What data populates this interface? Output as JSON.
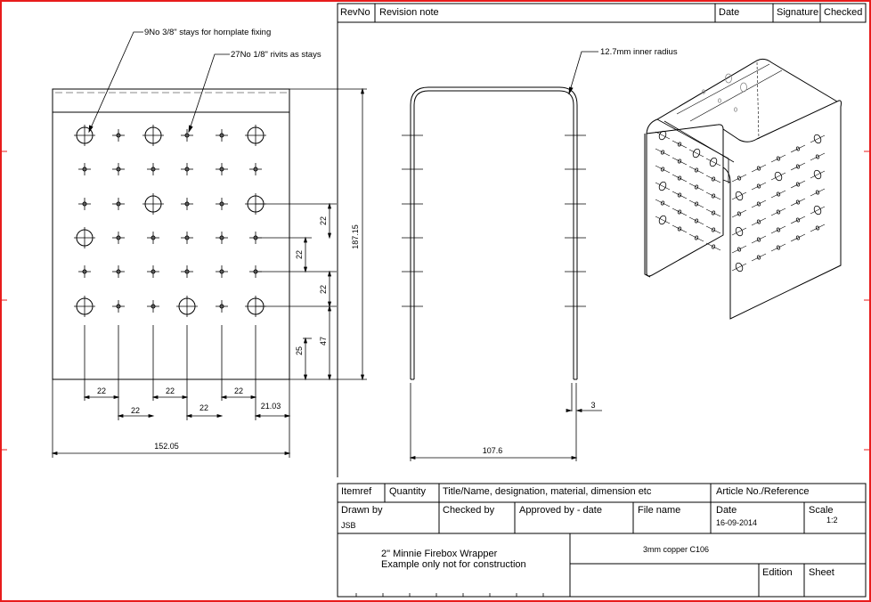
{
  "revision_table": {
    "rev_no": "RevNo",
    "revision_note": "Revision note",
    "date": "Date",
    "signature": "Signature",
    "checked": "Checked"
  },
  "annotations": {
    "stays_note": "9No 3/8\" stays for hornplate fixing",
    "rivets_note": "27No 1/8\" rivits as stays",
    "radius_note": "12.7mm inner radius"
  },
  "dimensions": {
    "d22_x1": "22",
    "d22_x2": "22",
    "d22_x3": "22",
    "d22_x4": "22",
    "d22_x5": "22",
    "d21_03": "21.03",
    "d152_05": "152.05",
    "d22_y1": "22",
    "d22_y2": "22",
    "d22_y3": "22",
    "d47": "47",
    "d25": "25",
    "d187_15": "187.15",
    "d107_6": "107.6",
    "d3": "3"
  },
  "title_block": {
    "itemref": "Itemref",
    "quantity": "Quantity",
    "title_name": "Title/Name, designation, material, dimension etc",
    "article_no": "Article No./Reference",
    "drawn_by": "Drawn by",
    "drawn_by_value": "JSB",
    "checked_by": "Checked by",
    "approved_by": "Approved by - date",
    "file_name": "File name",
    "date": "Date",
    "date_value": "16-09-2014",
    "scale": "Scale",
    "scale_value": "1:2",
    "description_line1": "2\" Minnie Firebox Wrapper",
    "description_line2": "Example only not for construction",
    "material": "3mm copper C106",
    "edition": "Edition",
    "sheet": "Sheet"
  },
  "colors": {
    "border": "#e81c1c",
    "line": "#000000",
    "hidden": "#888888"
  }
}
